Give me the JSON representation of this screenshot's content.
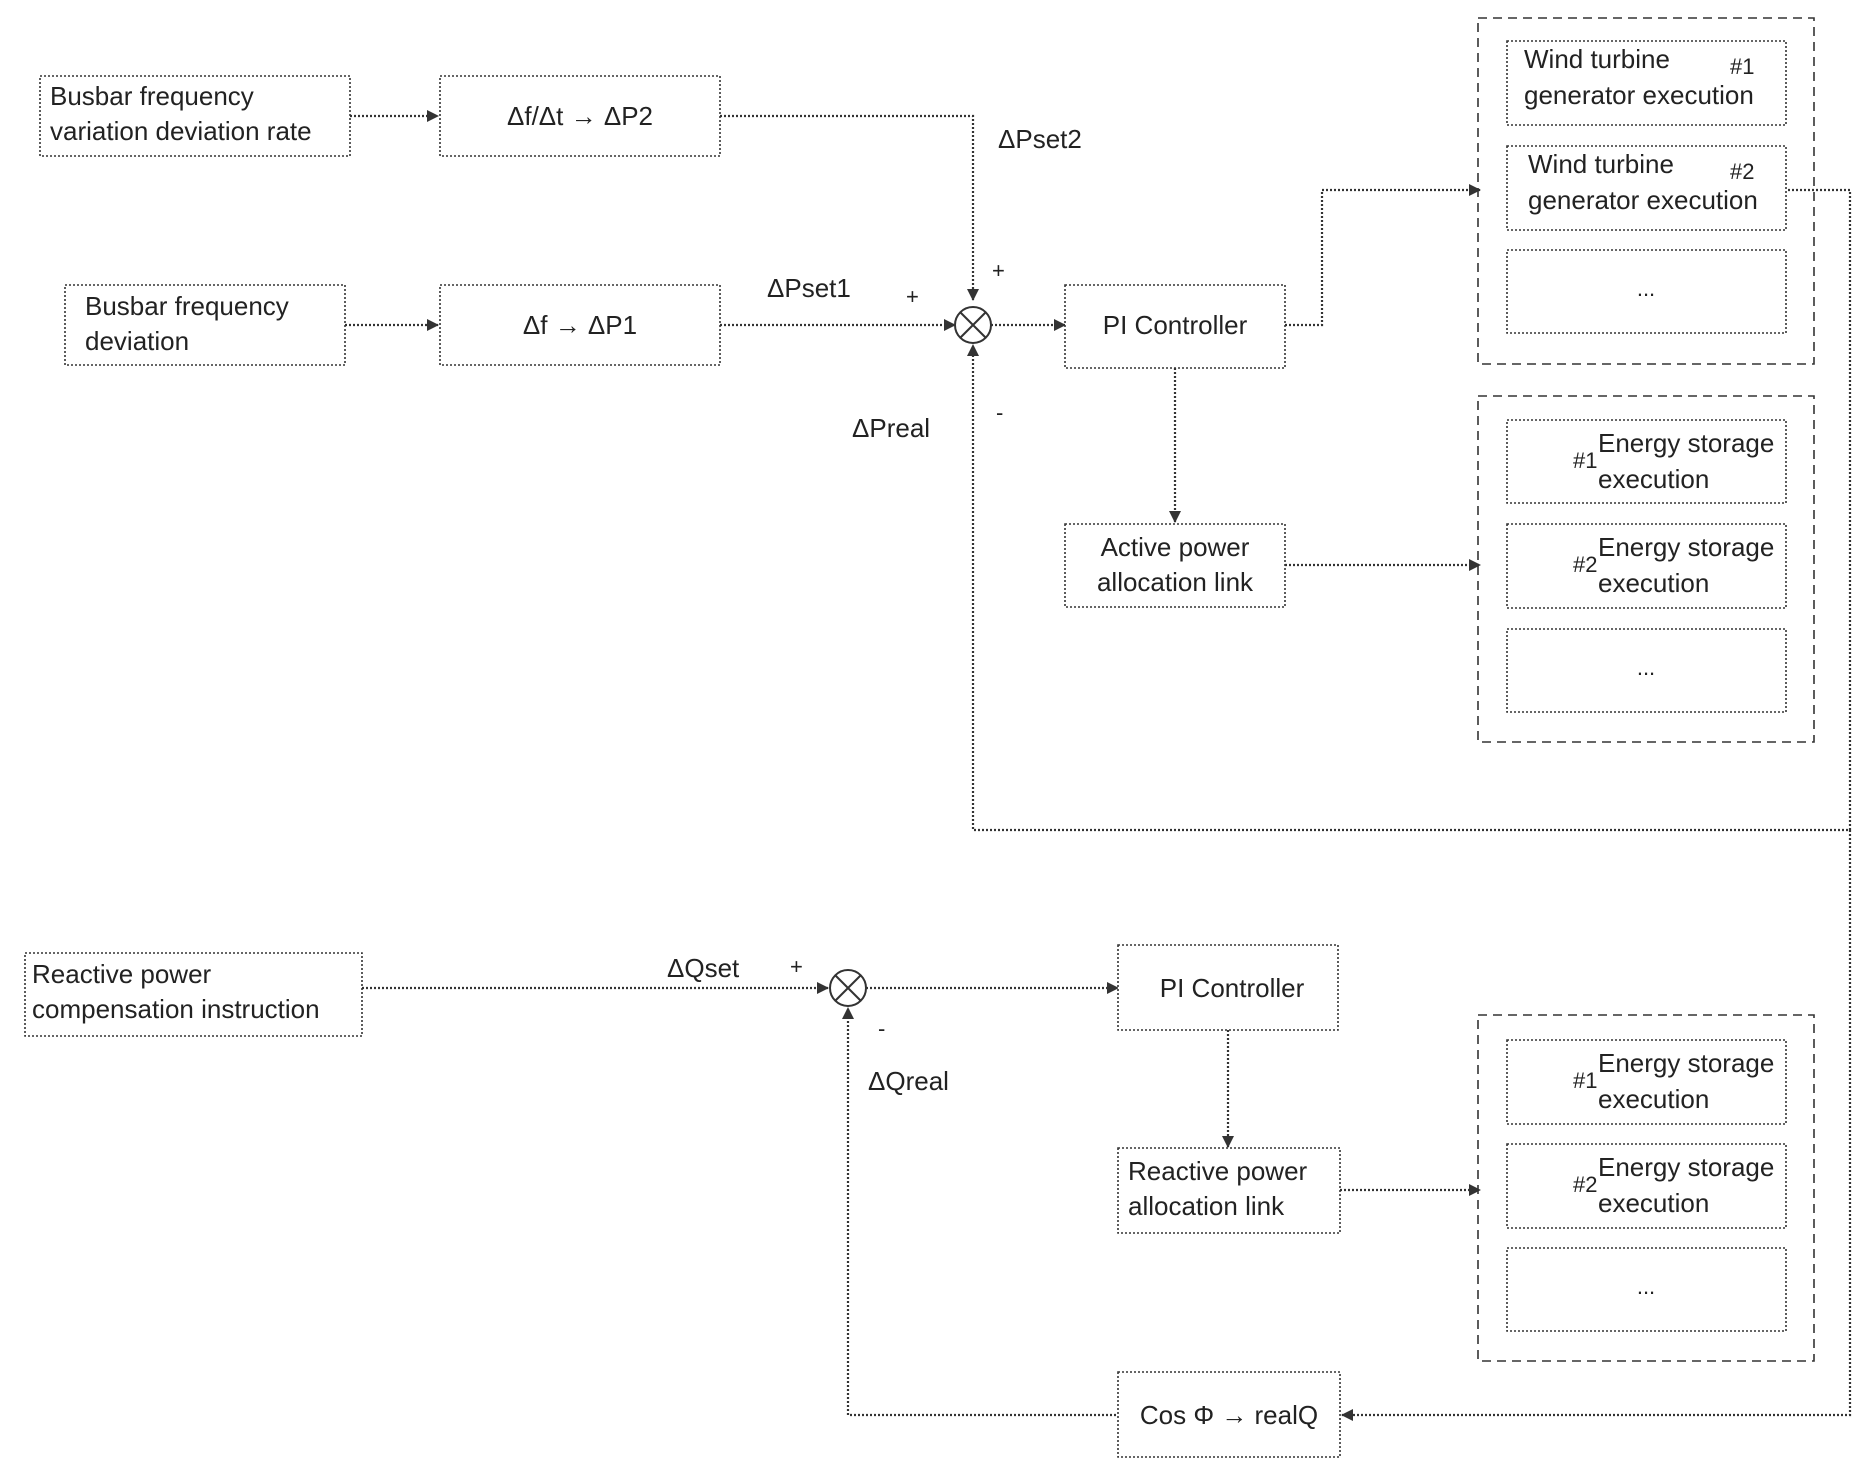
{
  "blocks": {
    "busbar_rate": [
      "Busbar frequency",
      "variation deviation rate"
    ],
    "df_dt": "Δf/Δt → ΔP2",
    "busbar_dev": [
      "Busbar frequency",
      "deviation"
    ],
    "df": "Δf → ΔP1",
    "pi1": "PI Controller",
    "apa": [
      "Active power",
      "allocation link"
    ],
    "reactive_instr": [
      "Reactive power",
      "compensation instruction"
    ],
    "pi2": "PI Controller",
    "rpa": [
      "Reactive power",
      "allocation link"
    ],
    "cos": "Cos Φ → realQ"
  },
  "groups": {
    "wind": [
      {
        "line1": "Wind turbine",
        "num": "#1",
        "line2": "generator execution"
      },
      {
        "line1": "Wind turbine",
        "num": "#2",
        "line2": "generator execution"
      },
      {
        "text": "..."
      }
    ],
    "storage_active": [
      {
        "num": "#1",
        "line1": "Energy storage",
        "line2": "execution"
      },
      {
        "num": "#2",
        "line1": "Energy storage",
        "line2": "execution"
      },
      {
        "text": "..."
      }
    ],
    "storage_reactive": [
      {
        "num": "#1",
        "line1": "Energy storage",
        "line2": "execution"
      },
      {
        "num": "#2",
        "line1": "Energy storage",
        "line2": "execution"
      },
      {
        "text": "..."
      }
    ]
  },
  "signals": {
    "pset2": "ΔPset2",
    "pset1": "ΔPset1",
    "preal": "ΔPreal",
    "qset": "ΔQset",
    "qreal": "ΔQreal"
  },
  "signs": {
    "sum1_top": "+",
    "sum1_left": "+",
    "sum1_bottom": "-",
    "sum2_left": "+",
    "sum2_bottom": "-"
  }
}
